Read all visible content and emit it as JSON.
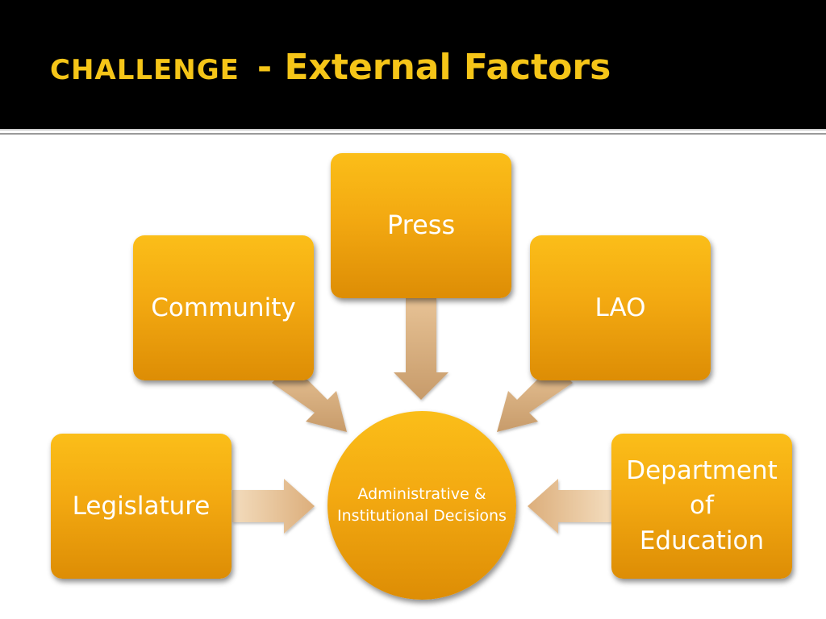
{
  "title": {
    "part1": "CHALLENGE",
    "part2": "- External Factors"
  },
  "diagram": {
    "center": {
      "line1": "Administrative",
      "line2": "& Institutional",
      "line3": "Decisions"
    },
    "nodes": {
      "press": "Press",
      "community": "Community",
      "lao": "LAO",
      "legislature": "Legislature",
      "department": {
        "line1": "Department",
        "line2": "of",
        "line3": "Education"
      }
    }
  },
  "colors": {
    "title_bar": "#000000",
    "title_text": "#f5c518",
    "node_fill": "#f3a911",
    "arrow_fill": "#d9ad7e"
  }
}
